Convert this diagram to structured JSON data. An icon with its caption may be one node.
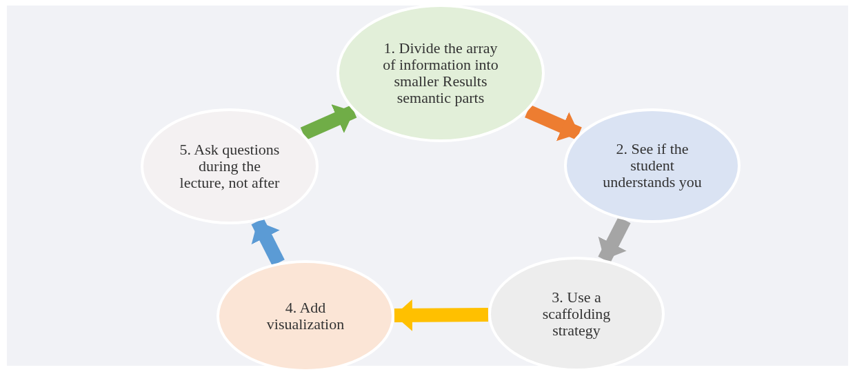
{
  "diagram": {
    "nodes": [
      {
        "text": [
          "1. Divide the array of information into smaller Results semantic parts"
        ]
      },
      {
        "text": [
          "2. See if the student understands you"
        ]
      },
      {
        "text": [
          "3. Use a scaffolding strategy"
        ]
      },
      {
        "text": [
          "4. Add visualization"
        ]
      },
      {
        "text": [
          "5. Ask questions during the lecture, not after"
        ]
      }
    ],
    "edges": [
      {
        "from": 0,
        "to": 1,
        "arrow": "to",
        "color": "#ed7d31"
      },
      {
        "from": 1,
        "to": 2,
        "arrow": "to",
        "color": "#a5a5a5"
      },
      {
        "from": 2,
        "to": 3,
        "arrow": "to",
        "color": "#ffc000"
      },
      {
        "from": 3,
        "to": 4,
        "arrow": "to",
        "color": "#5b9bd5"
      },
      {
        "from": 4,
        "to": 0,
        "arrow": "to",
        "color": "#70ad47"
      }
    ]
  }
}
